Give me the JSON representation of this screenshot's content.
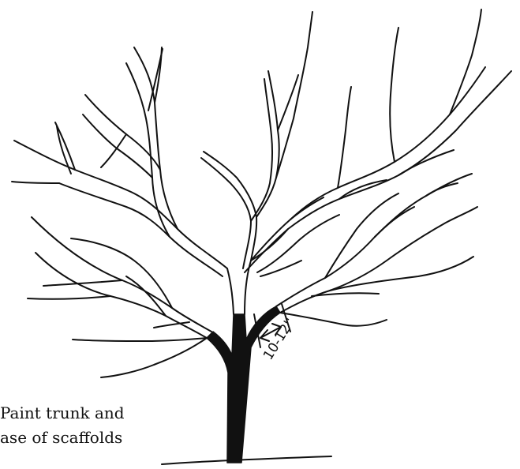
{
  "caption": {
    "line1": "Paint trunk and",
    "line2": "ase of scaffolds"
  },
  "measurement": {
    "label": "10-12''"
  },
  "colors": {
    "ink": "#111111",
    "background": "#ffffff"
  }
}
